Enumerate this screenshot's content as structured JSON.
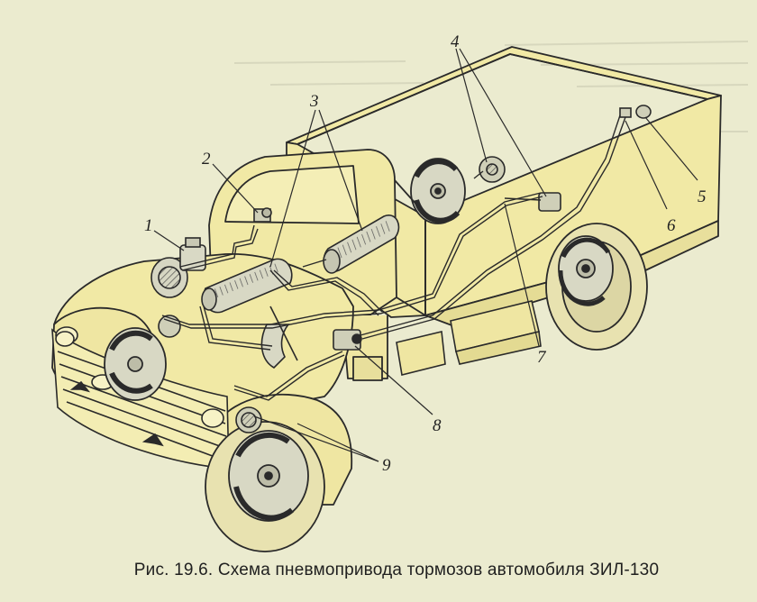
{
  "caption": "Рис. 19.6. Схема пневмопривода тормозов автомобиля ЗИЛ-130",
  "colors": {
    "paper": "#ebebcf",
    "body_fill": "#f1e9a5",
    "ink": "#2a2a2a",
    "wheel": "#d8d8c4"
  },
  "callouts": [
    "1",
    "2",
    "3",
    "4",
    "5",
    "6",
    "7",
    "8",
    "9"
  ]
}
